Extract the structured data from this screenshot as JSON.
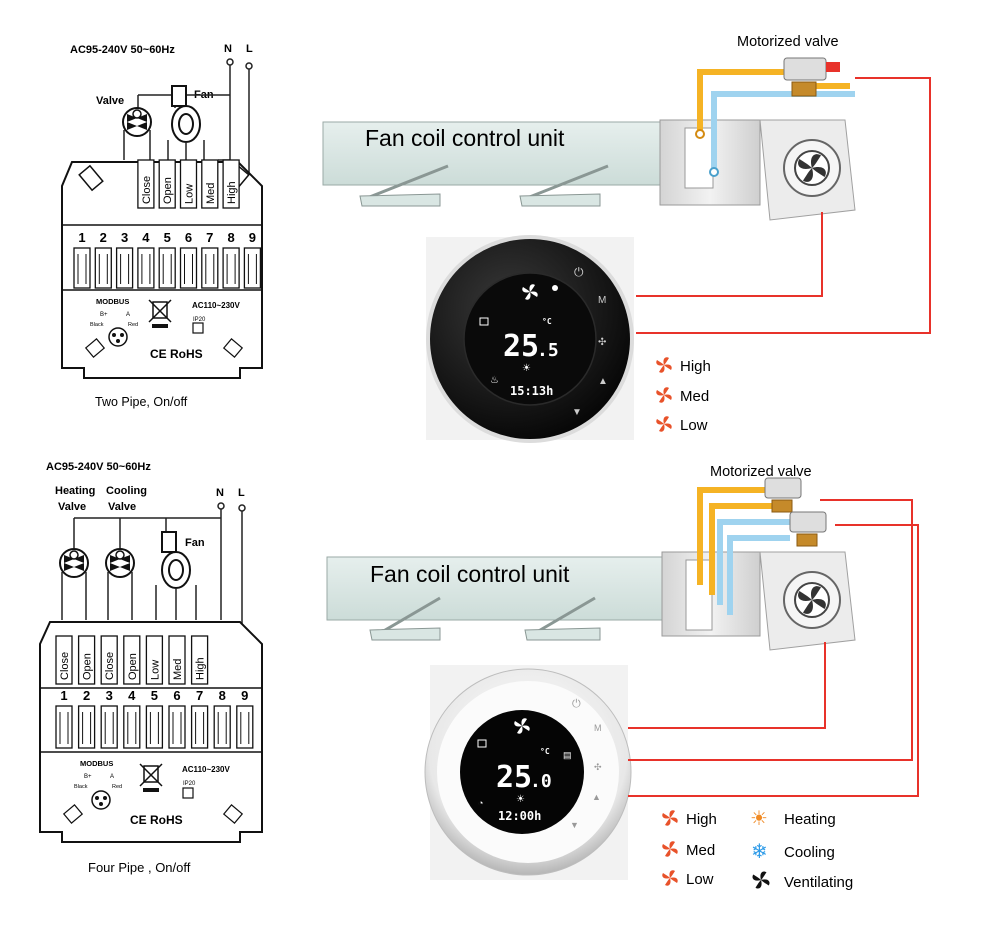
{
  "top": {
    "power": "AC95-240V  50~60Hz",
    "n": "N",
    "l": "L",
    "valve": "Valve",
    "fan": "Fan",
    "terminal_labels": [
      "Close",
      "Open",
      "Low",
      "Med",
      "High"
    ],
    "terminal_numbers": [
      "1",
      "2",
      "3",
      "4",
      "5",
      "6",
      "7",
      "8",
      "9"
    ],
    "modbus": "MODBUS",
    "bplus": "B+",
    "a": "A",
    "black": "Black",
    "red": "Red",
    "ac_rating": "AC110~230V",
    "ip": "IP20",
    "rohs": "CE RoHS",
    "caption": "Two Pipe, On/off",
    "unit_label": "Fan coil control unit",
    "valve_label": "Motorized valve",
    "display": {
      "temp": "25",
      "decimal": ".5",
      "unit": "°C",
      "time": "15:13h"
    },
    "button_m": "M",
    "legend": [
      "High",
      "Med",
      "Low"
    ]
  },
  "bottom": {
    "power": "AC95-240V  50~60Hz",
    "n": "N",
    "l": "L",
    "heating_valve": "Heating",
    "heating_valve_2": "Valve",
    "cooling_valve": "Cooling",
    "cooling_valve_2": "Valve",
    "fan": "Fan",
    "terminal_labels": [
      "Close",
      "Open",
      "Close",
      "Open",
      "Low",
      "Med",
      "High"
    ],
    "terminal_numbers": [
      "1",
      "2",
      "3",
      "4",
      "5",
      "6",
      "7",
      "8",
      "9"
    ],
    "modbus": "MODBUS",
    "bplus": "B+",
    "a": "A",
    "black": "Black",
    "red": "Red",
    "ac_rating": "AC110~230V",
    "ip": "IP20",
    "rohs": "CE RoHS",
    "caption": "Four Pipe , On/off",
    "unit_label": "Fan coil control unit",
    "valve_label": "Motorized valve",
    "display": {
      "temp": "25",
      "decimal": ".0",
      "unit": "°C",
      "time": "12:00h"
    },
    "button_m": "M",
    "legend": [
      "High",
      "Med",
      "Low",
      "Heating",
      "Cooling",
      "Ventilating"
    ]
  },
  "colors": {
    "hot_pipe": "#f5b324",
    "cold_pipe": "#9fd3ef",
    "wire": "#e8322a",
    "fan_icon": "#e8522a",
    "heating_icon": "#f08a24",
    "cooling_icon": "#2e9be8",
    "ventilating_icon": "#111111",
    "unit_fill": "#dde8e6"
  }
}
